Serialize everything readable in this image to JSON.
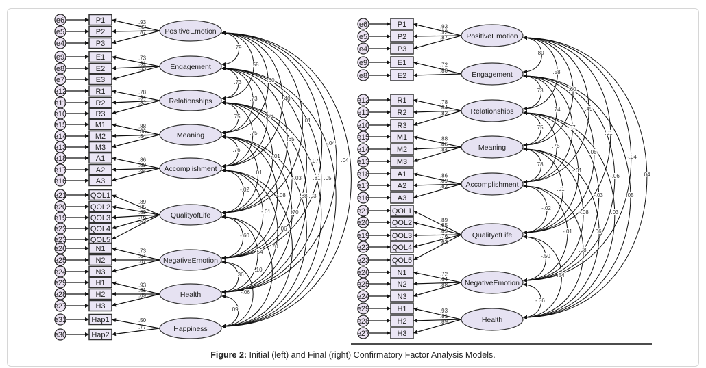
{
  "caption": {
    "label": "Figure 2:",
    "text": " Initial (left) and Final (right) Confirmatory Factor Analysis Models."
  },
  "colors": {
    "latent_fill": "#e6e2f2",
    "indicator_fill": "#ebe6f5",
    "error_fill": "#ece3f3",
    "stroke": "#111111"
  },
  "models": [
    {
      "title": "Initial",
      "latents": [
        {
          "name": "PositiveEmotion",
          "indicators": [
            {
              "name": "P1",
              "error": "e6",
              "loading": ".93"
            },
            {
              "name": "P2",
              "error": "e5",
              "loading": ".92"
            },
            {
              "name": "P3",
              "error": "e4",
              "loading": ".87"
            }
          ]
        },
        {
          "name": "Engagement",
          "indicators": [
            {
              "name": "E1",
              "error": "e9",
              "loading": ".73"
            },
            {
              "name": "E2",
              "error": "e8",
              "loading": ".81"
            },
            {
              "name": "E3",
              "error": "e7",
              "loading": ".55"
            }
          ]
        },
        {
          "name": "Relationships",
          "indicators": [
            {
              "name": "R1",
              "error": "e12",
              "loading": ".78"
            },
            {
              "name": "R2",
              "error": "e11",
              "loading": ".84"
            },
            {
              "name": "R3",
              "error": "e10",
              "loading": ".82"
            }
          ]
        },
        {
          "name": "Meaning",
          "indicators": [
            {
              "name": "M1",
              "error": "e15",
              "loading": ".88"
            },
            {
              "name": "M2",
              "error": "e14",
              "loading": ".86"
            },
            {
              "name": "M3",
              "error": "e13",
              "loading": ".84"
            }
          ]
        },
        {
          "name": "Accomplishment",
          "indicators": [
            {
              "name": "A1",
              "error": "e18",
              "loading": ".86"
            },
            {
              "name": "A2",
              "error": "e17",
              "loading": ".89"
            },
            {
              "name": "A3",
              "error": "e16",
              "loading": ".82"
            }
          ]
        },
        {
          "name": "QualityofLife",
          "indicators": [
            {
              "name": "QOL1",
              "error": "e21",
              "loading": ".89"
            },
            {
              "name": "QOL2",
              "error": "e20",
              "loading": ".85"
            },
            {
              "name": "QOL3",
              "error": "e19",
              "loading": ".89"
            },
            {
              "name": "QOL4",
              "error": "e22",
              "loading": ".76"
            },
            {
              "name": "QOL5",
              "error": "e23",
              "loading": ".63"
            }
          ]
        },
        {
          "name": "NegativeEmotion",
          "indicators": [
            {
              "name": "N1",
              "error": "e26",
              "loading": ".73"
            },
            {
              "name": "N2",
              "error": "e25",
              "loading": ".64"
            },
            {
              "name": "N3",
              "error": "e24",
              "loading": ".87"
            }
          ]
        },
        {
          "name": "Health",
          "indicators": [
            {
              "name": "H1",
              "error": "e29",
              "loading": ".93"
            },
            {
              "name": "H2",
              "error": "e28",
              "loading": ".81"
            },
            {
              "name": "H3",
              "error": "e27",
              "loading": ".89"
            }
          ]
        },
        {
          "name": "Happiness",
          "indicators": [
            {
              "name": "Hap1",
              "error": "e31",
              "loading": ".50"
            },
            {
              "name": "Hap2",
              "error": "e30",
              "loading": ".77"
            }
          ]
        }
      ],
      "covariance_labels": [
        ".79",
        ".58",
        ".73",
        ".60",
        ".73",
        ".40",
        ".75",
        ".66",
        ".01",
        ".75",
        ".65",
        ".76",
        "-.01",
        "-.04",
        "-.07",
        ".04",
        ".01",
        "-.02",
        "-.08",
        "-.03",
        ".81",
        ".05",
        ".88",
        ".03",
        "-.01",
        ".70",
        ".06",
        "-.60",
        ".54",
        ".70",
        ".36",
        ".10",
        "-.06",
        ".09"
      ]
    },
    {
      "title": "Final",
      "latents": [
        {
          "name": "PositiveEmotion",
          "indicators": [
            {
              "name": "P1",
              "error": "e6",
              "loading": ".93"
            },
            {
              "name": "P2",
              "error": "e5",
              "loading": ".92"
            },
            {
              "name": "P3",
              "error": "e4",
              "loading": ".87"
            }
          ]
        },
        {
          "name": "Engagement",
          "indicators": [
            {
              "name": "E1",
              "error": "e9",
              "loading": ".72"
            },
            {
              "name": "E2",
              "error": "e8",
              "loading": ".80"
            }
          ]
        },
        {
          "name": "Relationships",
          "indicators": [
            {
              "name": "R1",
              "error": "e12",
              "loading": ".78"
            },
            {
              "name": "R2",
              "error": "e11",
              "loading": ".84"
            },
            {
              "name": "R3",
              "error": "e10",
              "loading": ".82"
            }
          ]
        },
        {
          "name": "Meaning",
          "indicators": [
            {
              "name": "M1",
              "error": "e15",
              "loading": ".88"
            },
            {
              "name": "M2",
              "error": "e14",
              "loading": ".86"
            },
            {
              "name": "M3",
              "error": "e13",
              "loading": ".84"
            }
          ]
        },
        {
          "name": "Accomplishment",
          "indicators": [
            {
              "name": "A1",
              "error": "e18",
              "loading": ".86"
            },
            {
              "name": "A2",
              "error": "e17",
              "loading": ".89"
            },
            {
              "name": "A3",
              "error": "e16",
              "loading": ".82"
            }
          ]
        },
        {
          "name": "QualityofLife",
          "indicators": [
            {
              "name": "QOL1",
              "error": "e21",
              "loading": ".89"
            },
            {
              "name": "QOL2",
              "error": "e20",
              "loading": ".85"
            },
            {
              "name": "QOL3",
              "error": "e19",
              "loading": ".89"
            },
            {
              "name": "QOL4",
              "error": "e22",
              "loading": ".76"
            },
            {
              "name": "QOL5",
              "error": "e23",
              "loading": ".63"
            }
          ]
        },
        {
          "name": "NegativeEmotion",
          "indicators": [
            {
              "name": "N1",
              "error": "e26",
              "loading": ".72"
            },
            {
              "name": "N2",
              "error": "e25",
              "loading": ".64"
            },
            {
              "name": "N3",
              "error": "e24",
              "loading": ".88"
            }
          ]
        },
        {
          "name": "Health",
          "indicators": [
            {
              "name": "H1",
              "error": "e29",
              "loading": ".93"
            },
            {
              "name": "H2",
              "error": "e28",
              "loading": ".81"
            },
            {
              "name": "H3",
              "error": "e27",
              "loading": ".89"
            }
          ]
        }
      ],
      "covariance_labels": [
        ".80",
        ".58",
        ".73",
        ".60",
        ".74",
        ".49",
        ".75",
        ".67",
        ".01",
        ".75",
        ".05",
        "-.04",
        ".78",
        "-.01",
        "-.06",
        ".04",
        ".01",
        "-.02",
        "-.03",
        ".05",
        "-.08",
        ".03",
        "-.01",
        ".06",
        ".08",
        "-.50",
        ".54",
        "-.36"
      ]
    }
  ]
}
